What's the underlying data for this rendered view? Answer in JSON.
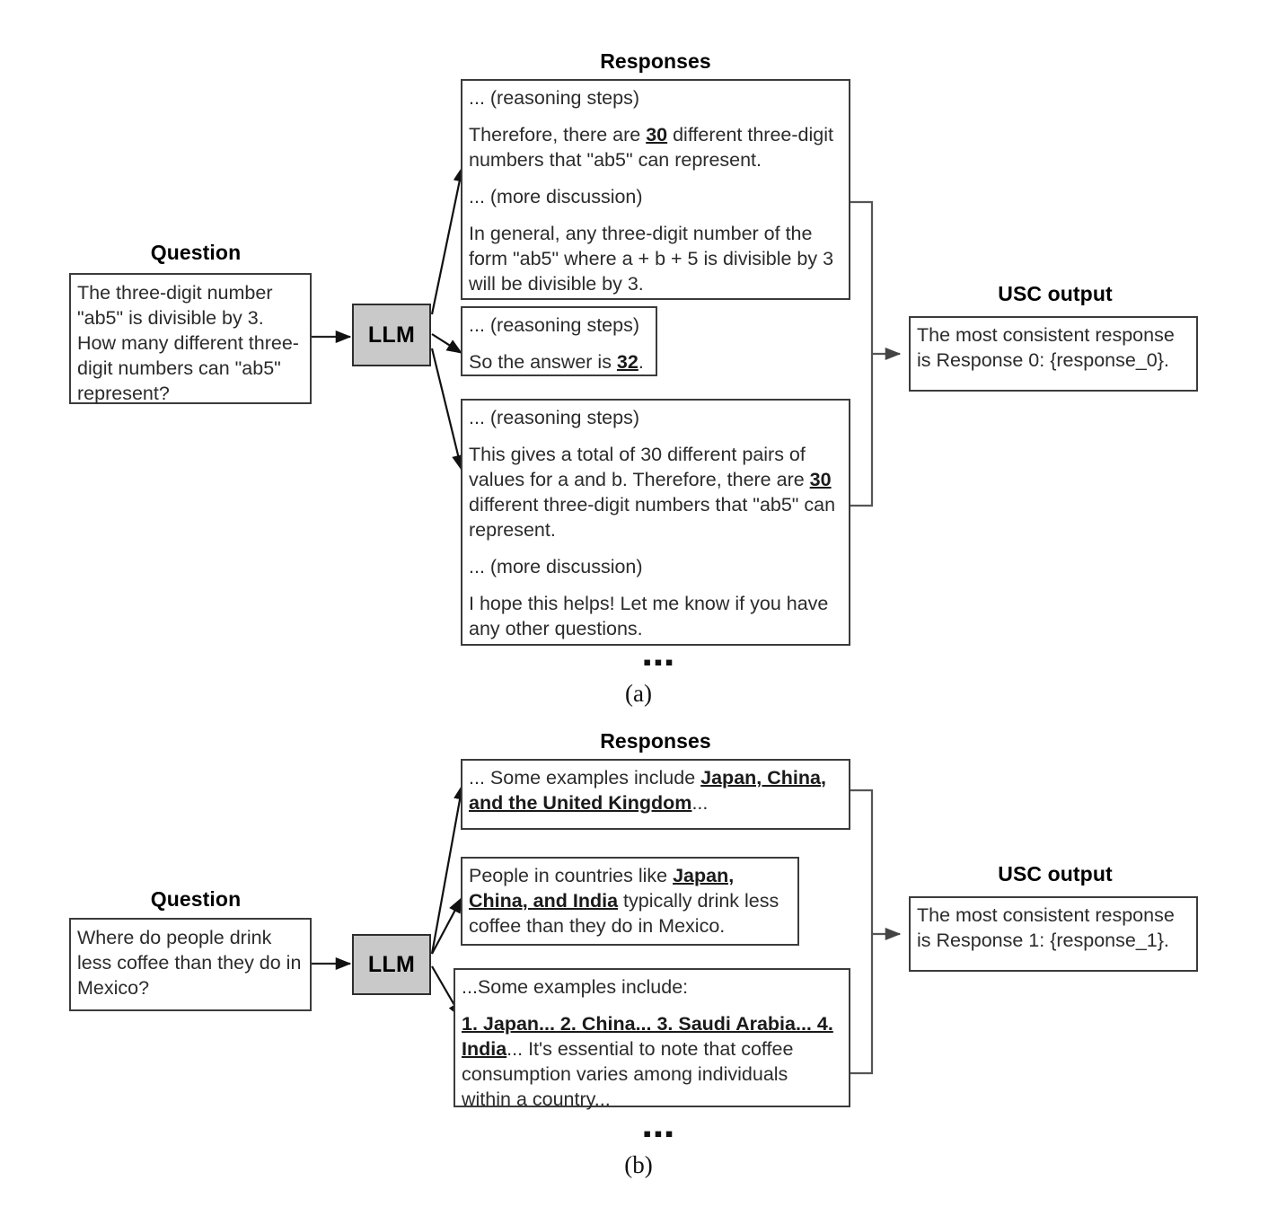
{
  "figure": {
    "panels": [
      {
        "id": "a",
        "caption": "(a)",
        "ellipsis": "▪▪▪",
        "question_header": "Question",
        "question_text": "The three-digit number \"ab5\" is divisible by 3. How many different three-digit numbers can \"ab5\" represent?",
        "llm_label": "LLM",
        "responses_header": "Responses",
        "responses": [
          {
            "index": 0,
            "paragraphs": [
              {
                "runs": [
                  {
                    "t": "... (reasoning steps)",
                    "style": "normal"
                  }
                ]
              },
              {
                "runs": [
                  {
                    "t": "Therefore, there are ",
                    "style": "normal"
                  },
                  {
                    "t": "30",
                    "style": "bold-underline"
                  },
                  {
                    "t": " different three-digit numbers that \"ab5\" can represent.",
                    "style": "normal"
                  }
                ]
              },
              {
                "runs": [
                  {
                    "t": "... (more discussion)",
                    "style": "normal"
                  }
                ]
              },
              {
                "runs": [
                  {
                    "t": "In general, any three-digit number of the form \"ab5\" where a + b + 5 is divisible by 3 will be divisible by 3.",
                    "style": "normal"
                  }
                ]
              }
            ]
          },
          {
            "index": 1,
            "paragraphs": [
              {
                "runs": [
                  {
                    "t": "... (reasoning steps)",
                    "style": "normal"
                  }
                ]
              },
              {
                "runs": [
                  {
                    "t": "So the answer is ",
                    "style": "normal"
                  },
                  {
                    "t": "32",
                    "style": "bold-underline"
                  },
                  {
                    "t": ".",
                    "style": "normal"
                  }
                ]
              }
            ]
          },
          {
            "index": 2,
            "paragraphs": [
              {
                "runs": [
                  {
                    "t": "... (reasoning steps)",
                    "style": "normal"
                  }
                ]
              },
              {
                "runs": [
                  {
                    "t": "This gives a total of 30 different pairs of values for a and b. Therefore, there are ",
                    "style": "normal"
                  },
                  {
                    "t": "30",
                    "style": "bold-underline"
                  },
                  {
                    "t": " different three-digit numbers that \"ab5\" can represent.",
                    "style": "normal"
                  }
                ]
              },
              {
                "runs": [
                  {
                    "t": "... (more discussion)",
                    "style": "normal"
                  }
                ]
              },
              {
                "runs": [
                  {
                    "t": "I hope this helps! Let me know if you have any other questions.",
                    "style": "normal"
                  }
                ]
              }
            ]
          }
        ],
        "output_header": "USC output",
        "output_text": "The most consistent response is Response 0: {response_0}."
      },
      {
        "id": "b",
        "caption": "(b)",
        "ellipsis": "▪▪▪",
        "question_header": "Question",
        "question_text": "Where do people drink less coffee than they do in Mexico?",
        "llm_label": "LLM",
        "responses_header": "Responses",
        "responses": [
          {
            "index": 0,
            "paragraphs": [
              {
                "runs": [
                  {
                    "t": "... Some examples include ",
                    "style": "normal"
                  },
                  {
                    "t": "Japan, China, and the United Kingdom",
                    "style": "bold-underline"
                  },
                  {
                    "t": "...",
                    "style": "normal"
                  }
                ]
              }
            ]
          },
          {
            "index": 1,
            "paragraphs": [
              {
                "runs": [
                  {
                    "t": "People in countries like ",
                    "style": "normal"
                  },
                  {
                    "t": "Japan, China, and India",
                    "style": "bold-underline"
                  },
                  {
                    "t": " typically drink less coffee than they do in Mexico.",
                    "style": "normal"
                  }
                ]
              }
            ]
          },
          {
            "index": 2,
            "paragraphs": [
              {
                "runs": [
                  {
                    "t": "...Some examples include:",
                    "style": "normal"
                  }
                ]
              },
              {
                "runs": [
                  {
                    "t": "1. Japan... 2. China... 3. Saudi Arabia... 4. India",
                    "style": "bold-underline"
                  },
                  {
                    "t": "... It's essential to note that coffee consumption varies among individuals within a country...",
                    "style": "normal"
                  }
                ]
              }
            ]
          }
        ],
        "output_header": "USC output",
        "output_text": "The most consistent response is Response 1: {response_1}."
      }
    ]
  },
  "colors": {
    "llm_fill": "#c9c9c9",
    "stroke": "#3b3b3b",
    "text": "#2b2b2b",
    "background": "#ffffff"
  }
}
